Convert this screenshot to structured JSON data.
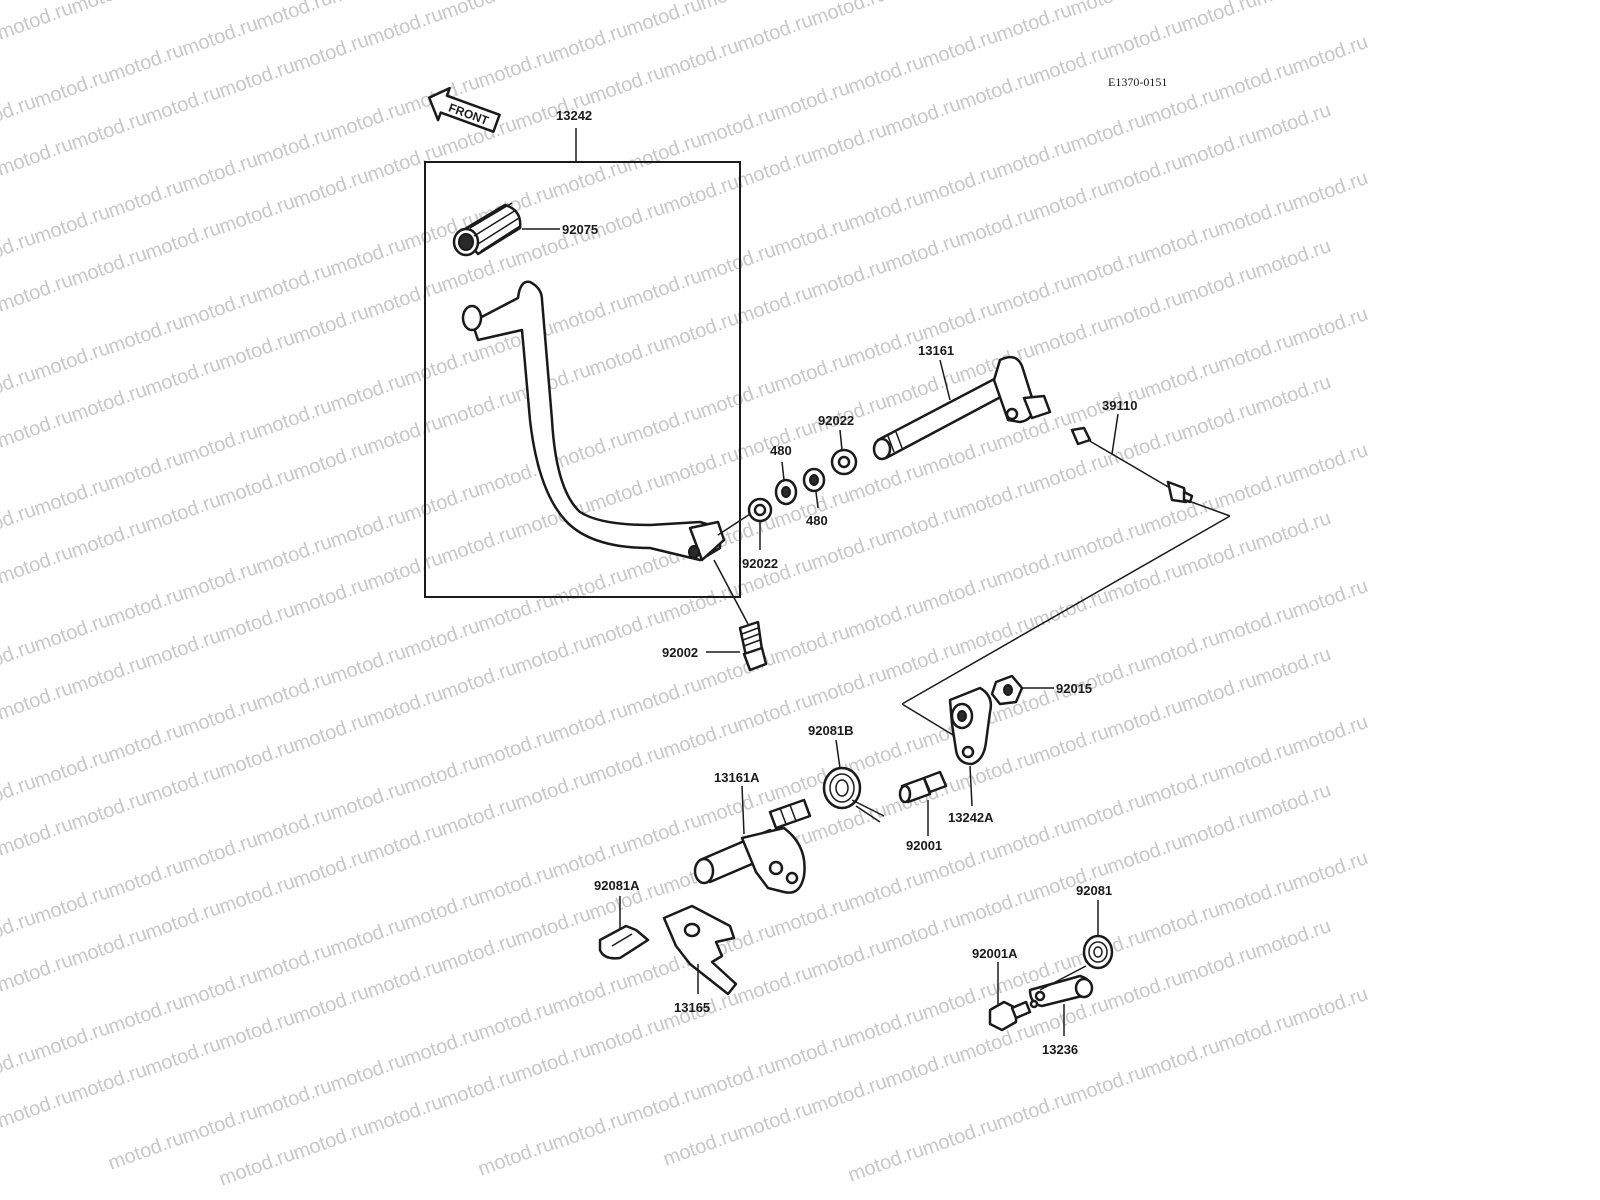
{
  "diagram_code": "E1370-0151",
  "front_arrow_label": "FRONT",
  "watermark_text": "motod.ru",
  "colors": {
    "line": "#1a1a1a",
    "watermark": "#c8c8c8",
    "background": "#ffffff"
  },
  "labels": {
    "p13242": "13242",
    "p92075": "92075",
    "p13161": "13161",
    "p39110": "39110",
    "p92022_top": "92022",
    "p480_top": "480",
    "p480_bottom": "480",
    "p92022_bottom": "92022",
    "p92002": "92002",
    "p92015": "92015",
    "p92081B": "92081B",
    "p13161A": "13161A",
    "p92001": "92001",
    "p13242A": "13242A",
    "p92081A": "92081A",
    "p13165": "13165",
    "p92081": "92081",
    "p92001A": "92001A",
    "p13236": "13236"
  }
}
